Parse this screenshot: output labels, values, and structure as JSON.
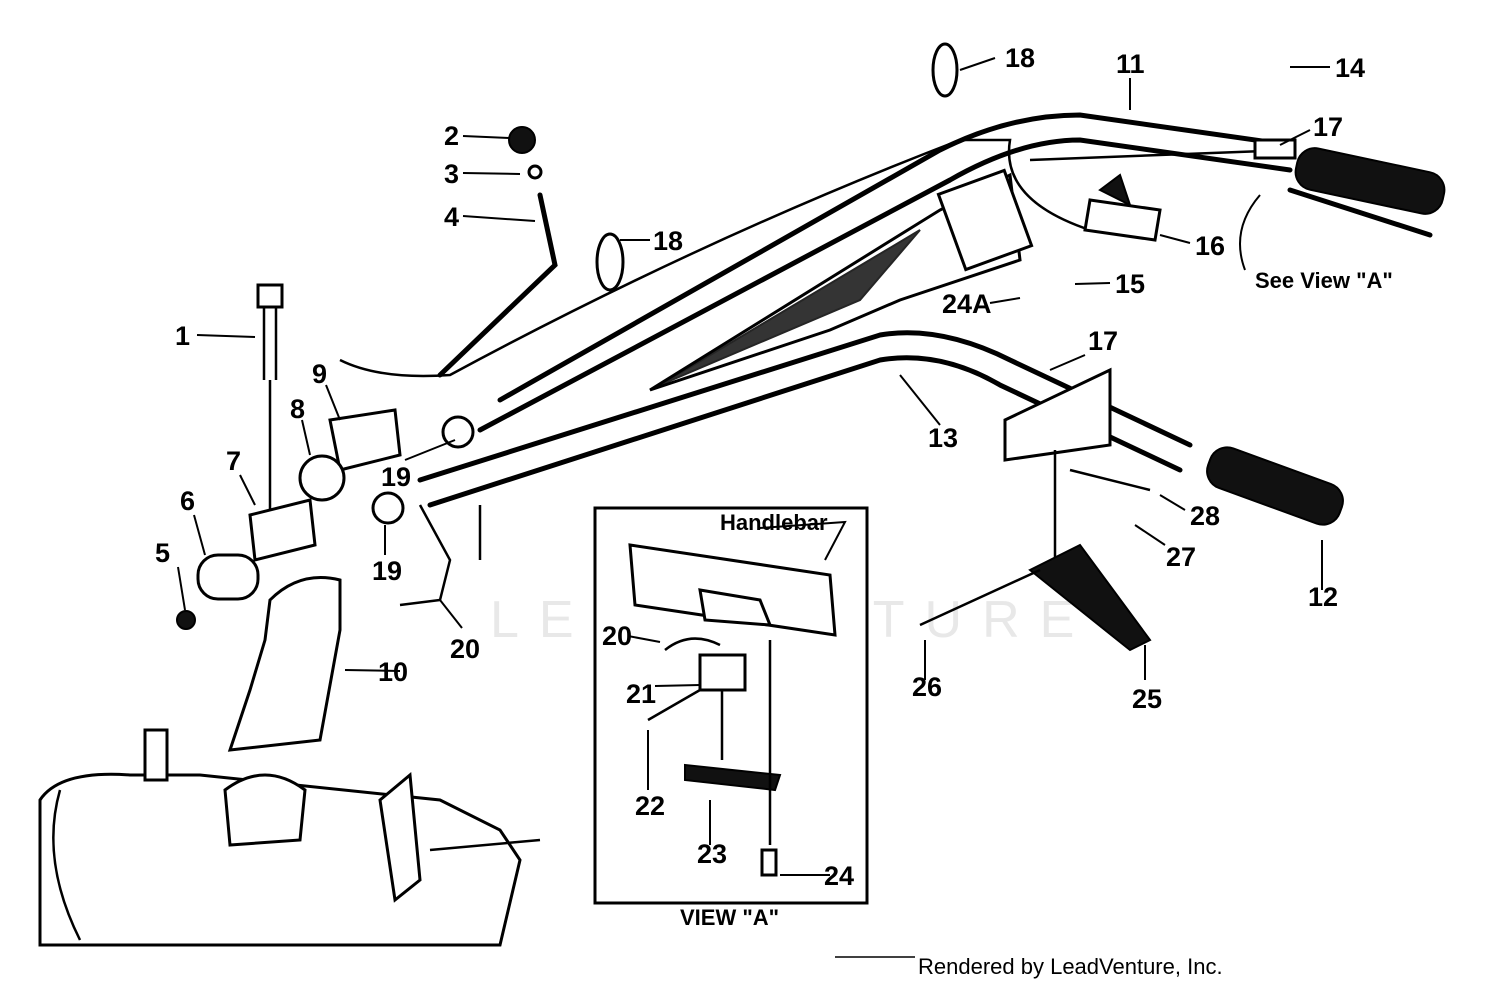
{
  "watermark": "LEADVENTURE",
  "footer": "Rendered by LeadVenture, Inc.",
  "labels": {
    "see_view": "See View \"A\"",
    "handlebar": "Handlebar",
    "view_a": "VIEW \"A\""
  },
  "callouts": [
    "1",
    "2",
    "3",
    "4",
    "5",
    "6",
    "7",
    "8",
    "9",
    "10",
    "11",
    "12",
    "13",
    "14",
    "15",
    "16",
    "17",
    "17",
    "18",
    "18",
    "19",
    "19",
    "20",
    "20",
    "21",
    "22",
    "23",
    "24",
    "24A",
    "25",
    "26",
    "27",
    "28"
  ]
}
